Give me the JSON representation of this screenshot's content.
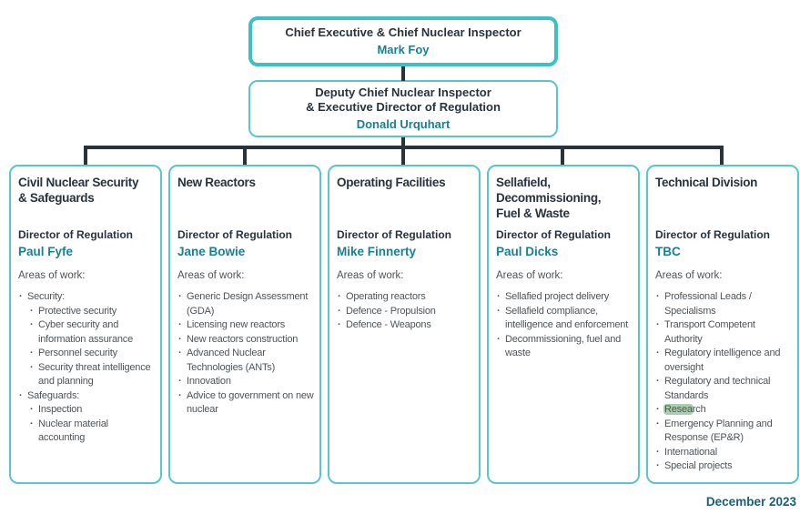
{
  "chart": {
    "top_box": {
      "title": "Chief Executive & Chief Nuclear Inspector",
      "name": "Mark Foy"
    },
    "deputy_box": {
      "title_line1": "Deputy Chief Nuclear Inspector",
      "title_line2": "& Executive Director of Regulation",
      "name": "Donald Urquhart"
    },
    "footer": "December 2023"
  },
  "divisions": [
    {
      "title_lines": [
        "Civil Nuclear Security",
        "& Safeguards"
      ],
      "director_label": "Director of Regulation",
      "director_name": "Paul Fyfe",
      "areas_label": "Areas of work:",
      "areas": [
        {
          "text": "Security:",
          "level": 1
        },
        {
          "text": "Protective security",
          "level": 2
        },
        {
          "text": "Cyber security and information assurance",
          "level": 2
        },
        {
          "text": "Personnel security",
          "level": 2
        },
        {
          "text": "Security threat intelligence and planning",
          "level": 2
        },
        {
          "text": "Safeguards:",
          "level": 1
        },
        {
          "text": "Inspection",
          "level": 2
        },
        {
          "text": "Nuclear material accounting",
          "level": 2
        }
      ]
    },
    {
      "title_lines": [
        "New Reactors"
      ],
      "director_label": "Director of Regulation",
      "director_name": "Jane Bowie",
      "areas_label": "Areas of work:",
      "areas": [
        {
          "text": "Generic Design Assessment (GDA)",
          "level": 1
        },
        {
          "text": "Licensing new reactors",
          "level": 1
        },
        {
          "text": "New reactors construction",
          "level": 1
        },
        {
          "text": "Advanced Nuclear Technologies (ANTs)",
          "level": 1
        },
        {
          "text": "Innovation",
          "level": 1
        },
        {
          "text": "Advice to government on new nuclear",
          "level": 1
        }
      ]
    },
    {
      "title_lines": [
        "Operating Facilities"
      ],
      "director_label": "Director of Regulation",
      "director_name": "Mike Finnerty",
      "areas_label": "Areas of work:",
      "areas": [
        {
          "text": "Operating reactors",
          "level": 1
        },
        {
          "text": "Defence - Propulsion",
          "level": 1
        },
        {
          "text": "Defence - Weapons",
          "level": 1
        }
      ]
    },
    {
      "title_lines": [
        "Sellafield,",
        "Decommissioning,",
        "Fuel & Waste"
      ],
      "director_label": "Director of Regulation",
      "director_name": "Paul Dicks",
      "areas_label": "Areas of work:",
      "areas": [
        {
          "text": "Sellafied project delivery",
          "level": 1
        },
        {
          "text": "Sellafield compliance, intelligence and enforcement",
          "level": 1
        },
        {
          "text": "Decommissioning, fuel and waste",
          "level": 1
        }
      ]
    },
    {
      "title_lines": [
        "Technical Division"
      ],
      "director_label": "Director of Regulation",
      "director_name": "TBC",
      "areas_label": "Areas of work:",
      "areas": [
        {
          "text": "Professional Leads / Specialisms",
          "level": 1
        },
        {
          "text": "Transport Competent Authority",
          "level": 1
        },
        {
          "text": "Regulatory intelligence and oversight",
          "level": 1
        },
        {
          "text": "Regulatory and technical Standards",
          "level": 1
        },
        {
          "text": "Research",
          "level": 1,
          "highlight": "Resea"
        },
        {
          "text": "Emergency Planning and Response (EP&R)",
          "level": 1
        },
        {
          "text": "International",
          "level": 1
        },
        {
          "text": "Special projects",
          "level": 1
        }
      ]
    }
  ],
  "colors": {
    "accent_teal_border": "#58c6cc",
    "accent_teal_thick": "#3ebec5",
    "navy_text": "#27333f",
    "teal_name_text": "#1a7f93",
    "body_text": "#4e545a",
    "connector_line": "#2a323a",
    "research_highlight": "#aacfab",
    "footer_text": "#15607a"
  }
}
